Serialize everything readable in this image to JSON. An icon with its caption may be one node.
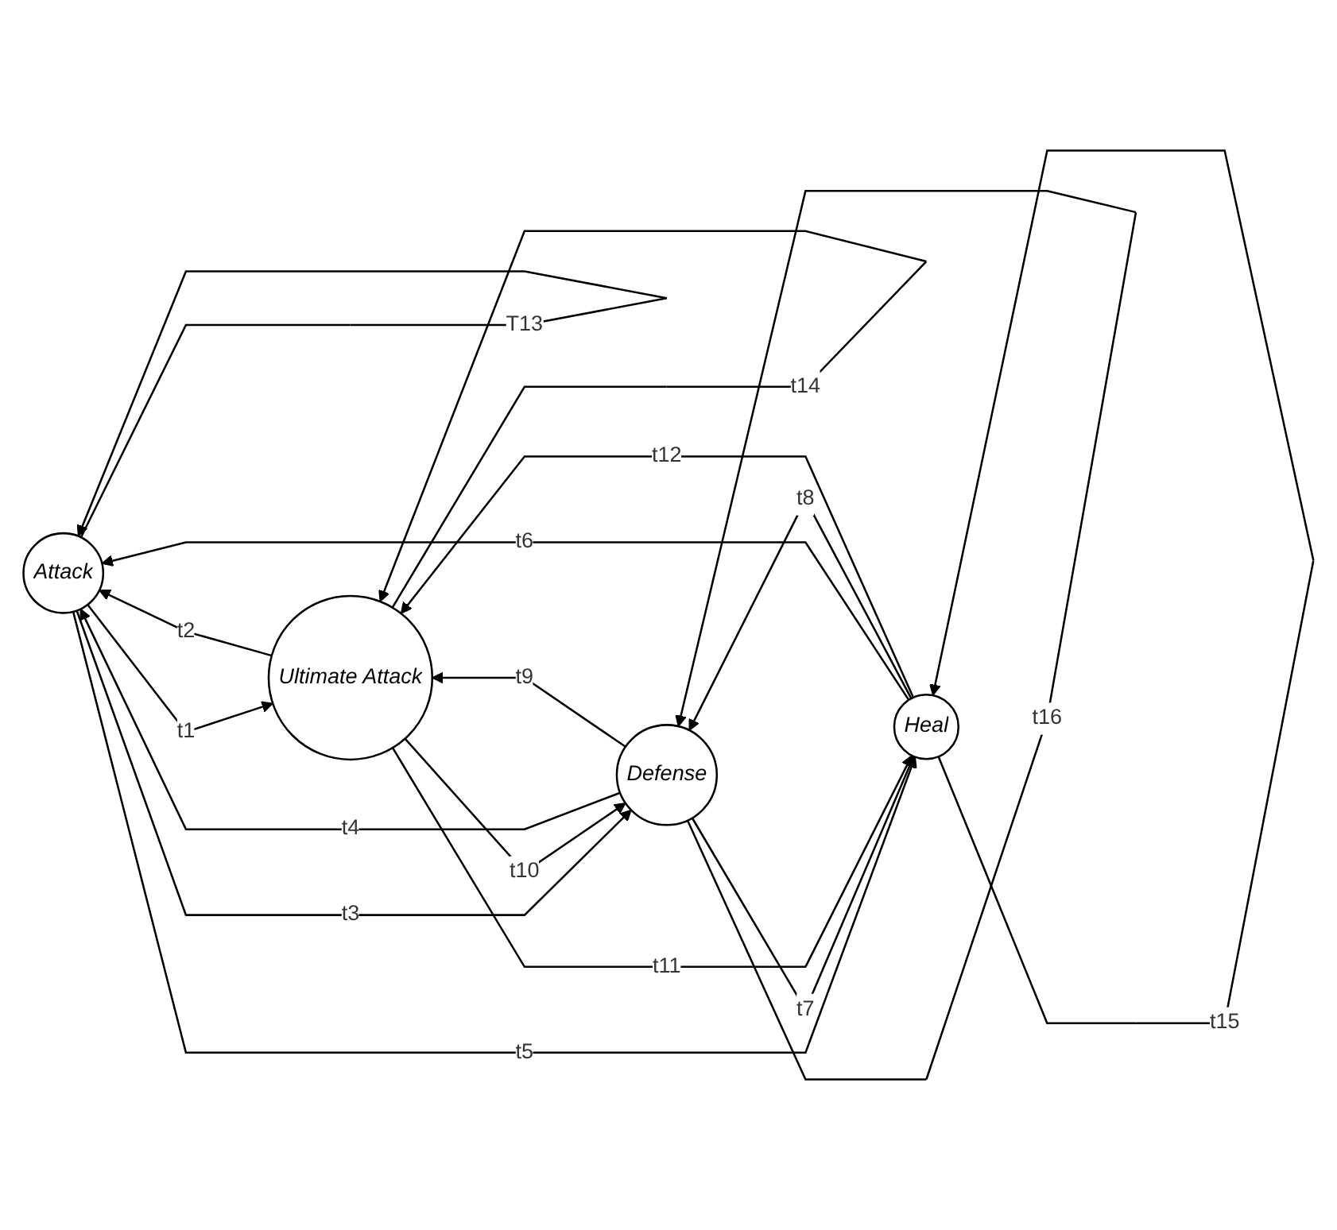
{
  "diagram": {
    "nodes": [
      {
        "text": [
          "Attack"
        ]
      },
      {
        "text": [
          "Ultimate Attack"
        ]
      },
      {
        "text": [
          "Defense"
        ]
      },
      {
        "text": [
          "Heal"
        ]
      }
    ],
    "edges": [
      {
        "from": 0,
        "to": 1,
        "arrow": "to",
        "label": "t1"
      },
      {
        "from": 1,
        "to": 0,
        "arrow": "to",
        "label": "t2"
      },
      {
        "from": 0,
        "to": 2,
        "arrow": "to",
        "label": "t3"
      },
      {
        "from": 2,
        "to": 0,
        "arrow": "to",
        "label": "t4"
      },
      {
        "from": 0,
        "to": 3,
        "arrow": "to",
        "label": "t5"
      },
      {
        "from": 3,
        "to": 0,
        "arrow": "to",
        "label": "t6"
      },
      {
        "from": 2,
        "to": 3,
        "arrow": "to",
        "label": "t7"
      },
      {
        "from": 3,
        "to": 2,
        "arrow": "to",
        "label": "t8"
      },
      {
        "from": 2,
        "to": 1,
        "arrow": "to",
        "label": "t9"
      },
      {
        "from": 1,
        "to": 2,
        "arrow": "to",
        "label": "t10"
      },
      {
        "from": 1,
        "to": 3,
        "arrow": "to",
        "label": "t11"
      },
      {
        "from": 3,
        "to": 1,
        "arrow": "to",
        "label": "t12"
      },
      {
        "from": 0,
        "to": 0,
        "arrow": "to",
        "label": "T13"
      },
      {
        "from": 1,
        "to": 1,
        "arrow": "to",
        "label": "t14"
      },
      {
        "from": 3,
        "to": 3,
        "arrow": "to",
        "label": "t15"
      },
      {
        "from": 2,
        "to": 2,
        "arrow": "to",
        "label": "t16"
      }
    ]
  }
}
